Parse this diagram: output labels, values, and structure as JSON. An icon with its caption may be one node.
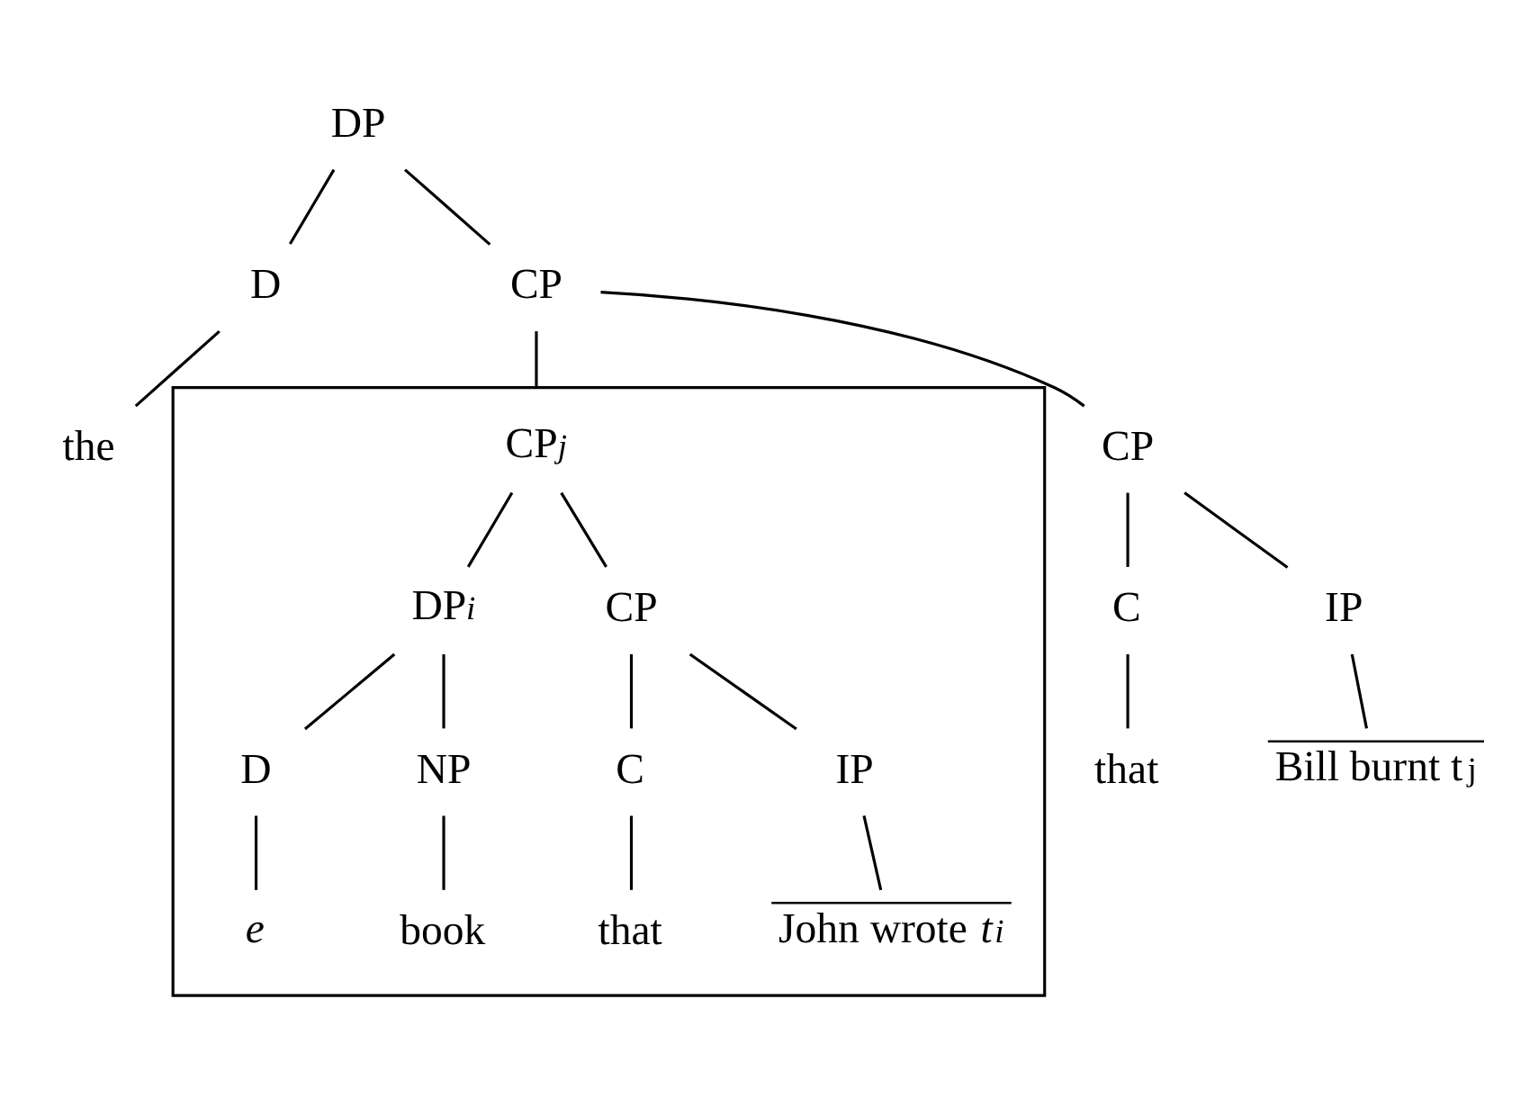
{
  "diagram": {
    "nodes": [
      {
        "text": [
          "DP"
        ]
      },
      {
        "text": [
          "D"
        ]
      },
      {
        "text": [
          "the"
        ]
      },
      {
        "text": [
          "CP"
        ]
      },
      {
        "text": [],
        "shape": "box"
      },
      {
        "text": [
          "CP$_{j}$"
        ],
        "in": 4
      },
      {
        "text": [
          "DP$_{i}$"
        ],
        "in": 4
      },
      {
        "text": [
          "D"
        ],
        "in": 4
      },
      {
        "text": [
          "*e*"
        ],
        "in": 4
      },
      {
        "text": [
          "NP"
        ],
        "in": 4
      },
      {
        "text": [
          "book"
        ],
        "in": 4
      },
      {
        "text": [
          "CP"
        ],
        "in": 4
      },
      {
        "text": [
          "C"
        ],
        "in": 4
      },
      {
        "text": [
          "that"
        ],
        "in": 4
      },
      {
        "text": [
          "IP"
        ],
        "in": 4
      },
      {
        "text": [
          "John wrote *t*$_{i}$"
        ],
        "in": 4
      },
      {
        "text": [
          "CP"
        ]
      },
      {
        "text": [
          "C"
        ]
      },
      {
        "text": [
          "that"
        ]
      },
      {
        "text": [
          "IP"
        ]
      },
      {
        "text": [
          "Bill burnt t$_{j}$"
        ]
      }
    ],
    "edges": [
      {
        "from": 0,
        "to": 1,
        "arrow": "none"
      },
      {
        "from": 1,
        "to": 2,
        "arrow": "none"
      },
      {
        "from": 0,
        "to": 3,
        "arrow": "none"
      },
      {
        "from": 3,
        "to": 4,
        "arrow": "none"
      },
      {
        "from": 3,
        "to": 16,
        "arrow": "none"
      },
      {
        "from": 5,
        "to": 6,
        "arrow": "none"
      },
      {
        "from": 5,
        "to": 11,
        "arrow": "none"
      },
      {
        "from": 6,
        "to": 7,
        "arrow": "none"
      },
      {
        "from": 7,
        "to": 8,
        "arrow": "none"
      },
      {
        "from": 6,
        "to": 9,
        "arrow": "none"
      },
      {
        "from": 9,
        "to": 10,
        "arrow": "none"
      },
      {
        "from": 11,
        "to": 12,
        "arrow": "none"
      },
      {
        "from": 12,
        "to": 13,
        "arrow": "none"
      },
      {
        "from": 11,
        "to": 14,
        "arrow": "none"
      },
      {
        "from": 14,
        "to": 15,
        "arrow": "none"
      },
      {
        "from": 16,
        "to": 17,
        "arrow": "none"
      },
      {
        "from": 17,
        "to": 18,
        "arrow": "none"
      },
      {
        "from": 16,
        "to": 19,
        "arrow": "none"
      },
      {
        "from": 19,
        "to": 20,
        "arrow": "none"
      }
    ]
  }
}
